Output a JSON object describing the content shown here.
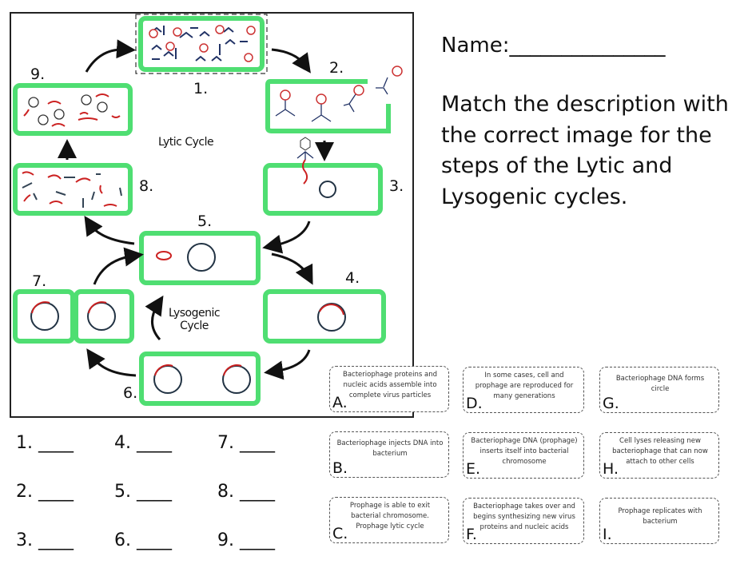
{
  "diagram": {
    "lytic_title": "Lytic Cycle",
    "lysogenic_title": "Lysogenic Cycle",
    "step_labels": [
      "1.",
      "2.",
      "3.",
      "4.",
      "5.",
      "6.",
      "7.",
      "8.",
      "9."
    ]
  },
  "name_label": "Name:_______________",
  "instructions": "Match the description with the correct image for the steps of the Lytic and Lysogenic cycles.",
  "answers": [
    "1. ____",
    "2. ____",
    "3. ____",
    "4. ____",
    "5. ____",
    "6. ____",
    "7. ____",
    "8. ____",
    "9. ____"
  ],
  "cards": [
    {
      "letter": "A.",
      "text": "Bacteriophage proteins and nucleic acids assemble into complete virus particles"
    },
    {
      "letter": "B.",
      "text": "Bacteriophage injects DNA into bacterium"
    },
    {
      "letter": "C.",
      "text": "Prophage is able to exit bacterial chromosome. Prophage   lytic cycle"
    },
    {
      "letter": "D.",
      "text": "In some cases, cell and prophage are reproduced for many generations"
    },
    {
      "letter": "E.",
      "text": "Bacteriophage DNA (prophage) inserts itself into bacterial chromosome"
    },
    {
      "letter": "F.",
      "text": "Bacteriophage takes over and begins synthesizing new virus proteins and nucleic acids"
    },
    {
      "letter": "G.",
      "text": "Bacteriophage DNA forms circle"
    },
    {
      "letter": "H.",
      "text": "Cell lyses releasing new bacteriophage that can now attach to other cells"
    },
    {
      "letter": "I.",
      "text": "Prophage replicates with bacterium"
    }
  ]
}
